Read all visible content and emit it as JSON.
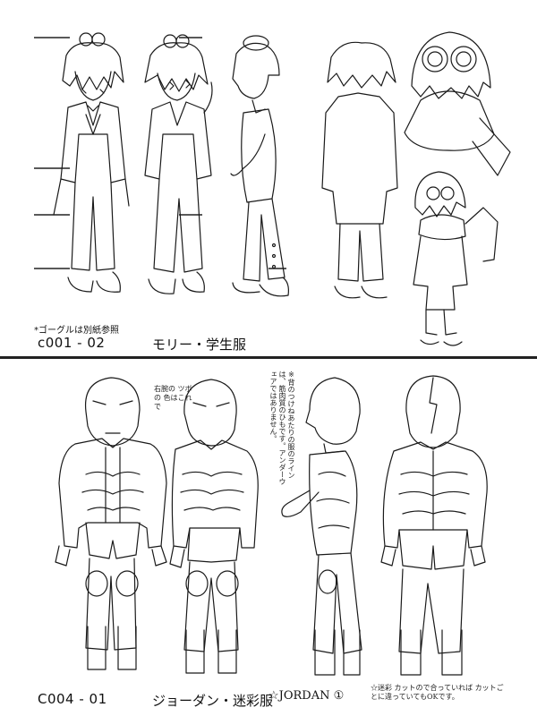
{
  "top_sheet": {
    "note": "*ゴーグルは別紙参照",
    "code": "c001 - 02",
    "name": "モリー・学生服"
  },
  "bottom_sheet": {
    "code": "C004 - 01",
    "name": "ジョーダン・迷彩服",
    "signature": "☆JORDAN ①",
    "note_arm": "右腕の ツボの 色はこれで",
    "note_side": "※背のつけねあたりの服のラインは、筋肉質のひもです。アンダーウェアではありません。",
    "note_camo": "☆迷彩 カットので合っていれば カットごとに違っていてもOKです。"
  },
  "colors": {
    "line": "#1a1a1a",
    "paper": "#ffffff"
  }
}
